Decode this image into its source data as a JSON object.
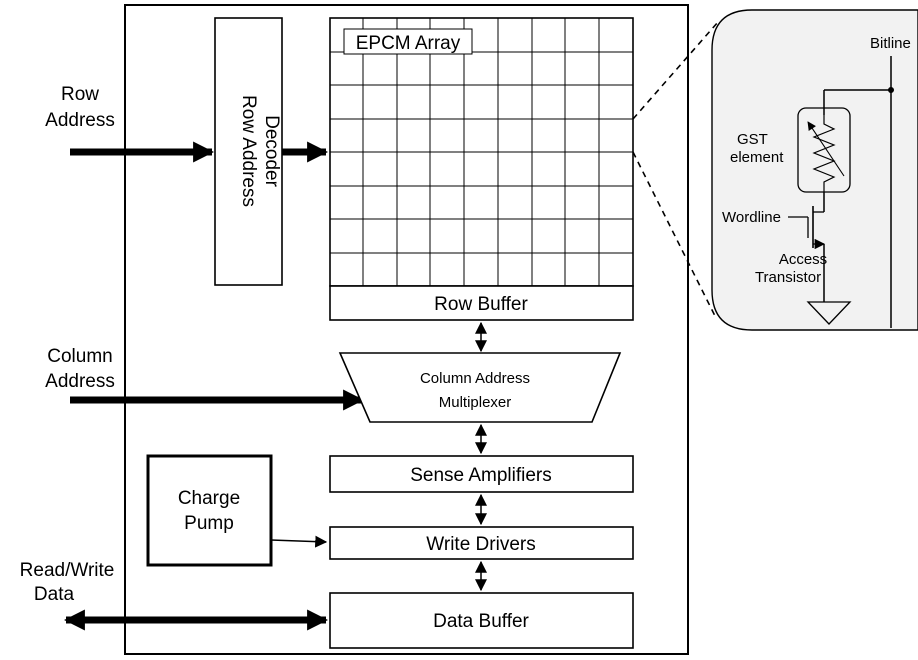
{
  "labels": {
    "row_address_1": "Row",
    "row_address_2": "Address",
    "row_address_decoder_1": "Row Address",
    "row_address_decoder_2": "Decoder",
    "epcm_array": "EPCM Array",
    "row_buffer": "Row Buffer",
    "column_address_1": "Column",
    "column_address_2": "Address",
    "column_mux_1": "Column Address",
    "column_mux_2": "Multiplexer",
    "sense_amplifiers": "Sense Amplifiers",
    "charge_pump_1": "Charge",
    "charge_pump_2": "Pump",
    "write_drivers": "Write Drivers",
    "rw_data_1": "Read/Write",
    "rw_data_2": "Data",
    "data_buffer": "Data Buffer"
  },
  "inset": {
    "bitline": "Bitline",
    "gst_1": "GST",
    "gst_2": "element",
    "wordline": "Wordline",
    "access_1": "Access",
    "access_2": "Transistor"
  },
  "colors": {
    "inset_fill": "#f2f2f2",
    "stroke": "#000000"
  }
}
